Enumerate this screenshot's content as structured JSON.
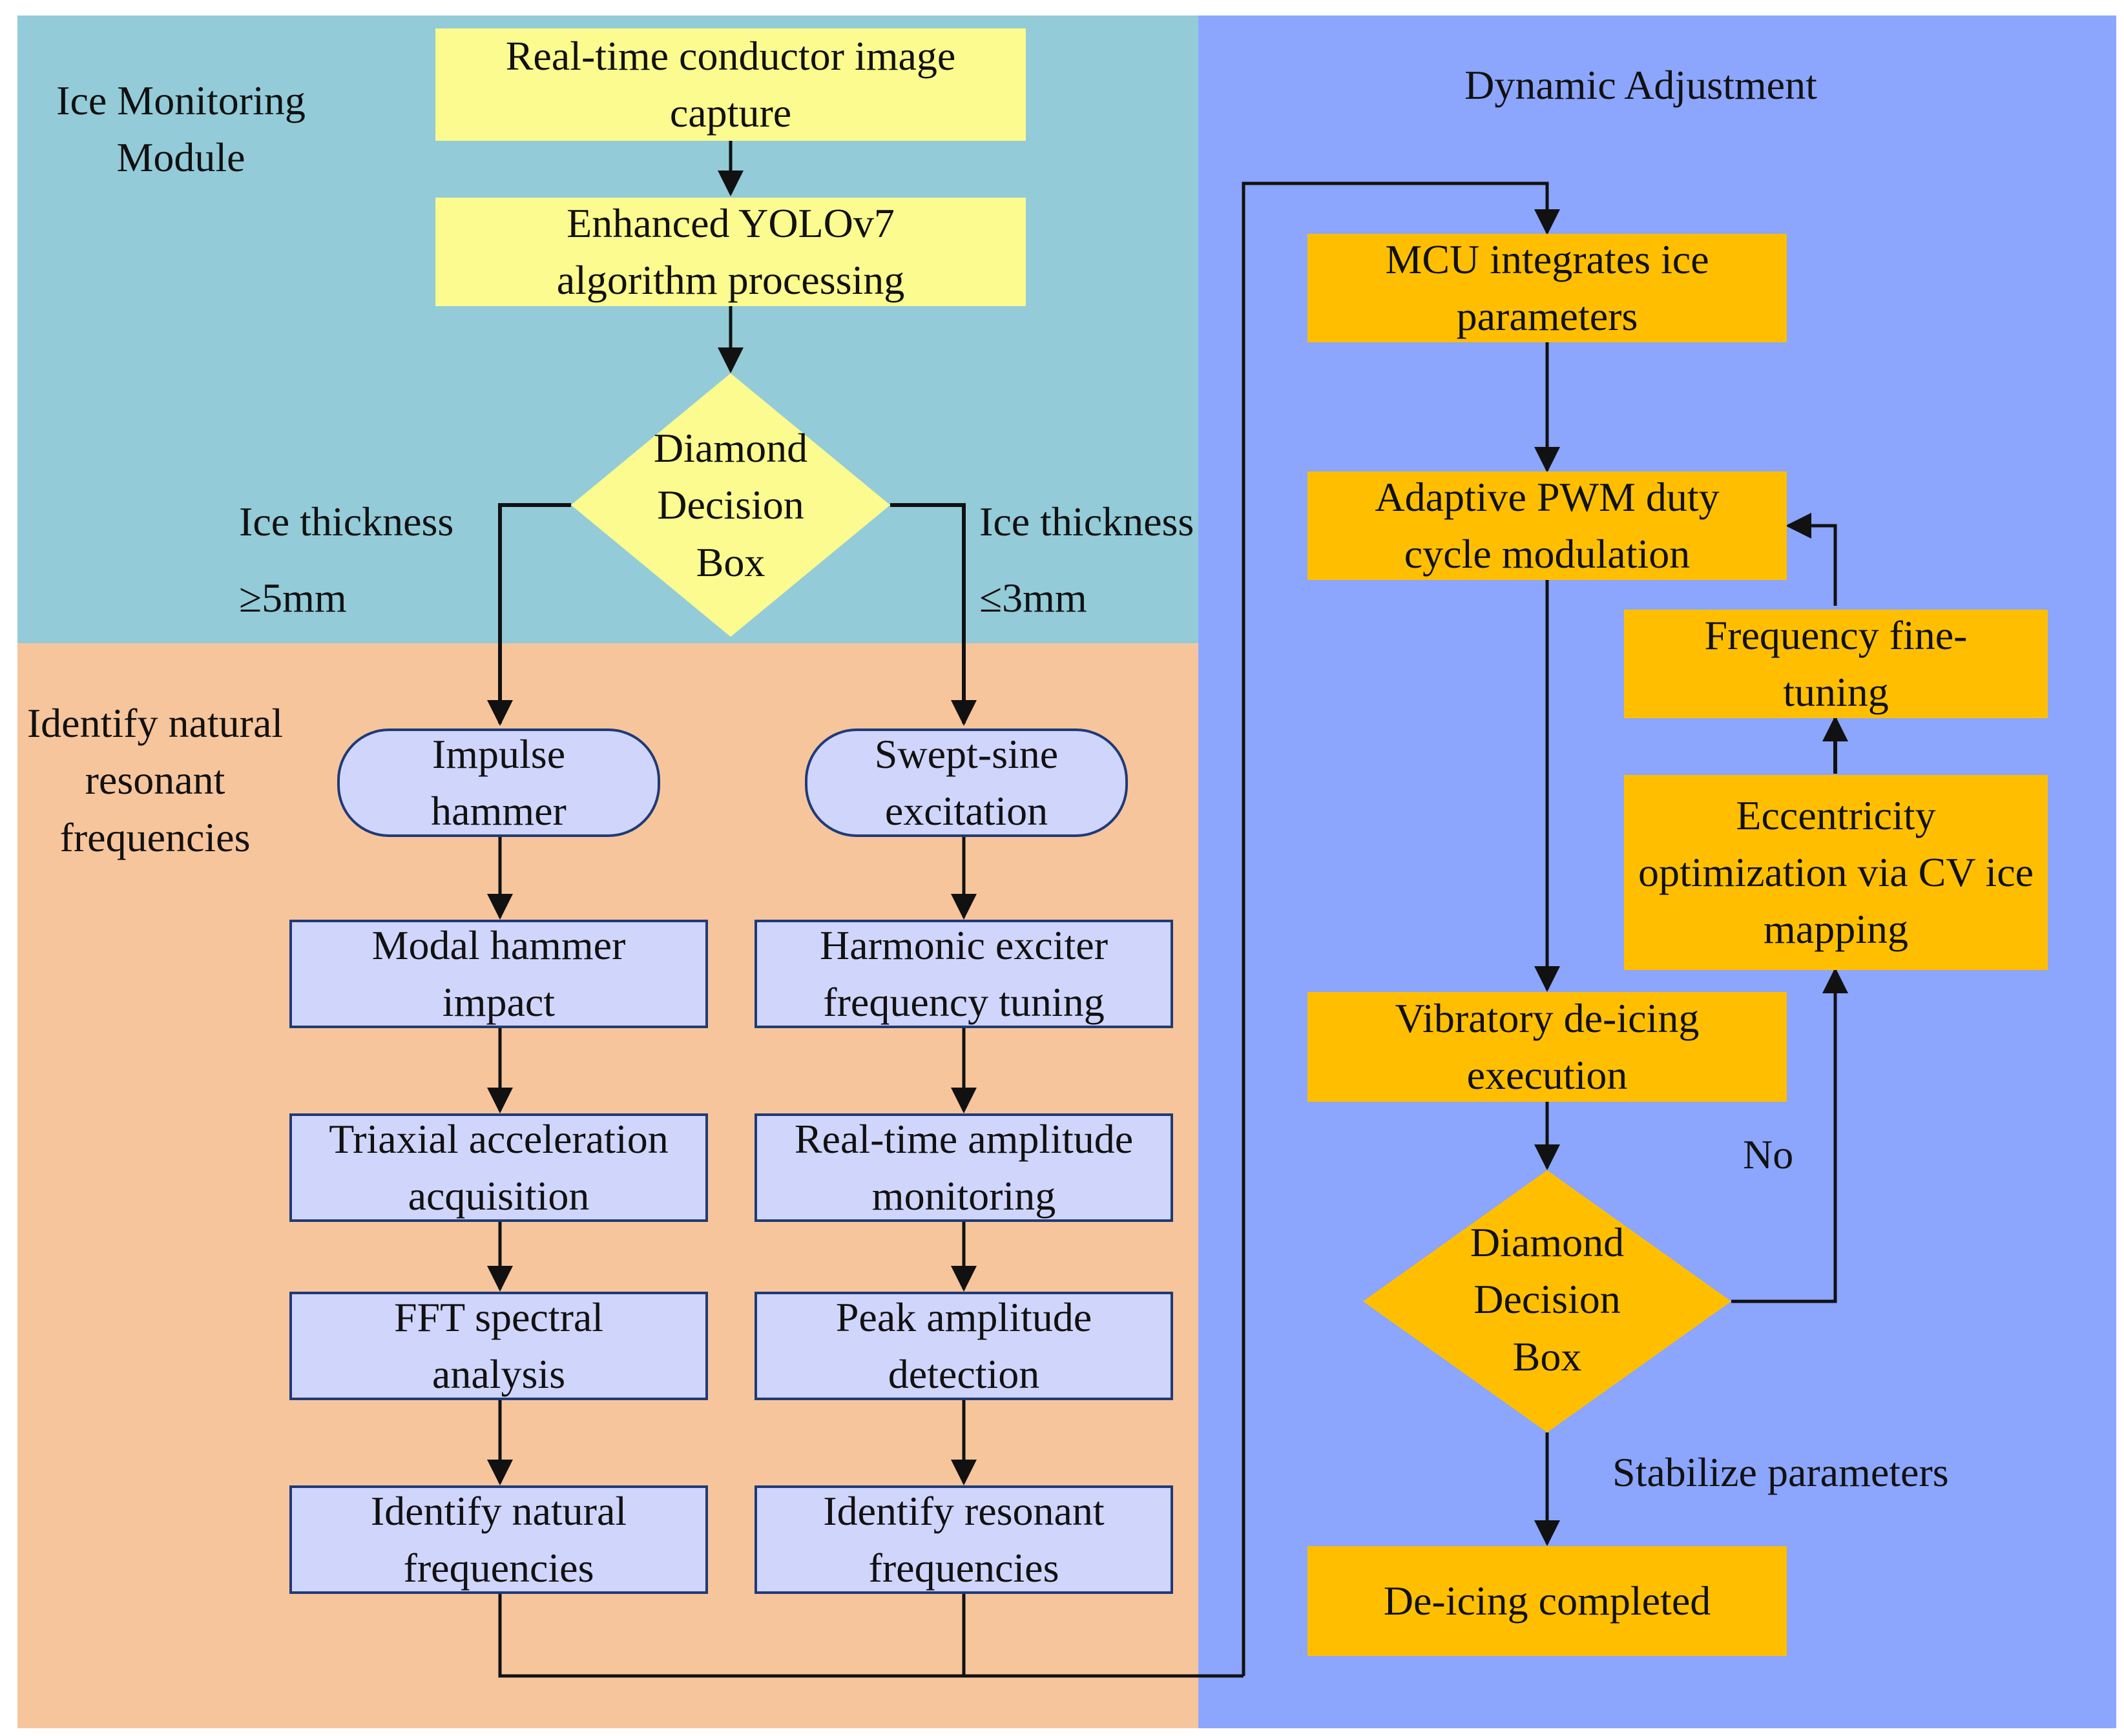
{
  "regions": {
    "ice_monitoring": {
      "label": "Ice Monitoring\nModule",
      "color": "#93cbd8"
    },
    "identify_freq": {
      "label": "Identify natural\nresonant\nfrequencies",
      "color": "#f7c59c"
    },
    "dynamic_adjustment": {
      "label": "Dynamic Adjustment",
      "color": "#8ca5fd"
    }
  },
  "nodes": {
    "capture": "Real-time conductor image capture",
    "yolo": "Enhanced YOLOv7 algorithm processing",
    "decision1": "Diamond Decision Box",
    "impulse": "Impulse hammer",
    "swept": "Swept-sine excitation",
    "modal": "Modal hammer impact",
    "harmonic": "Harmonic exciter frequency tuning",
    "triaxial": "Triaxial acceleration acquisition",
    "realtime_amp": "Real-time amplitude monitoring",
    "fft": "FFT spectral analysis",
    "peak": "Peak amplitude detection",
    "identify_natural": "Identify natural frequencies",
    "identify_resonant": "Identify resonant frequencies",
    "mcu": "MCU integrates ice parameters",
    "pwm": "Adaptive PWM duty cycle modulation",
    "freq_tuning": "Frequency fine-tuning",
    "eccentricity": "Eccentricity optimization via CV ice mapping",
    "vibratory": "Vibratory de-icing execution",
    "decision2": "Diamond Decision Box",
    "completed": "De-icing completed"
  },
  "edge_labels": {
    "left_thick_1": "Ice thickness",
    "left_thick_2": "≥5mm",
    "right_thick_1": "Ice thickness",
    "right_thick_2": "≤3mm",
    "no": "No",
    "stabilize": "Stabilize parameters"
  },
  "colors": {
    "yellow_box": "#fbfb8f",
    "orange_box": "#ffbf00",
    "blue_box": "#d0d5fc",
    "border": "#1f3a78",
    "arrow": "#111111"
  }
}
